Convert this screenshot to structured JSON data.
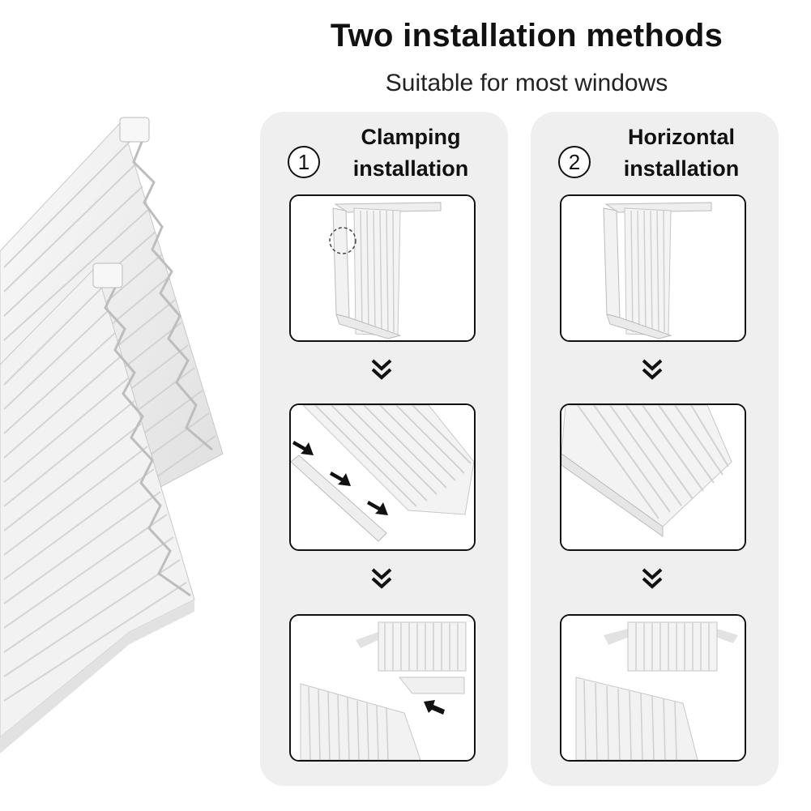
{
  "header": {
    "title": "Two installation methods",
    "subtitle": "Suitable for most windows"
  },
  "methods": [
    {
      "number": "1",
      "title_line1": "Clamping",
      "title_line2": "installation"
    },
    {
      "number": "2",
      "title_line1": "Horizontal",
      "title_line2": "installation"
    }
  ],
  "icons": {
    "step_arrow": "double-chevron-down-icon",
    "direction_arrow": "arrow-icon"
  },
  "colors": {
    "panel_background": "#efefef",
    "frame_border": "#111111",
    "arrow": "#111111",
    "product_white": "#f4f4f4"
  }
}
